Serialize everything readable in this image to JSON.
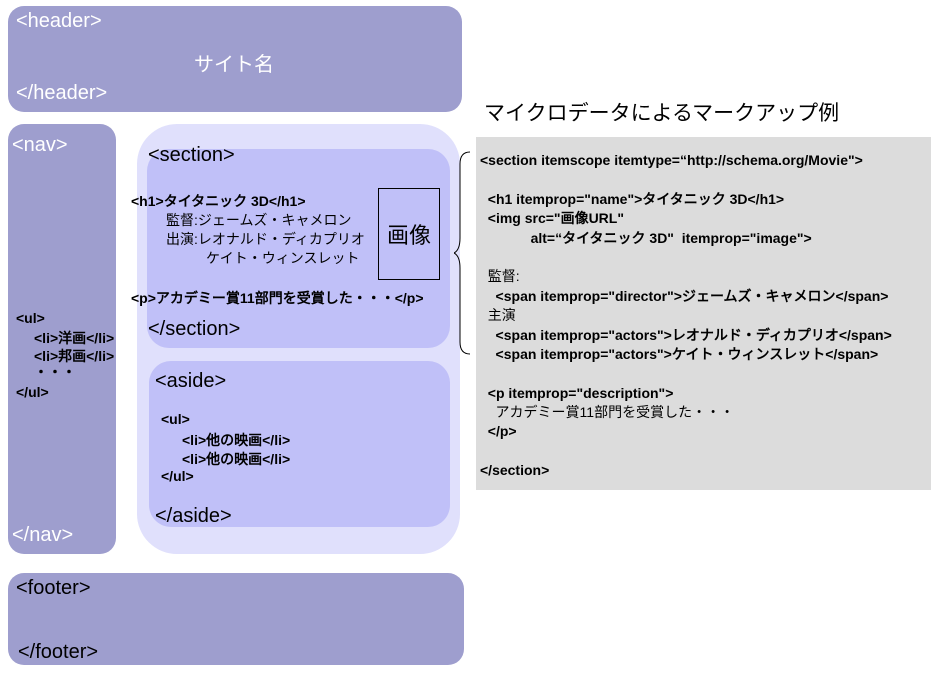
{
  "header": {
    "open": "<header>",
    "site_name": "サイト名",
    "close": "</header>"
  },
  "nav": {
    "open": "<nav>",
    "close": "</nav>",
    "list": [
      "<ul>",
      "<li>洋画</li>",
      "<li>邦画</li>",
      "・・・",
      "</ul>"
    ]
  },
  "section": {
    "open": "<section>",
    "close": "</section>",
    "h1": "<h1>タイタニック 3D</h1>",
    "director": "監督:ジェームズ・キャメロン",
    "actors1": "出演:レオナルド・ディカプリオ",
    "actors2": "ケイト・ウィンスレット",
    "image": "画像",
    "p": "<p>アカデミー賞11部門を受賞した・・・</p>"
  },
  "aside": {
    "open": "<aside>",
    "close": "</aside>",
    "list": [
      "<ul>",
      "<li>他の映画</li>",
      "<li>他の映画</li>",
      "</ul>"
    ]
  },
  "footer": {
    "open": "<footer>",
    "close": "</footer>"
  },
  "markup": {
    "title": "マイクロデータによるマークアップ例",
    "lines": [
      "<section itemscope itemtype=“http://schema.org/Movie\">",
      "",
      "  <h1 itemprop=\"name\">タイタニック 3D</h1>",
      "  <img src=\"画像URL\"",
      "             alt=“タイタニック 3D\"  itemprop=\"image\">",
      "",
      "  監督:",
      "    <span itemprop=\"director\">ジェームズ・キャメロン</span>",
      "  主演",
      "    <span itemprop=\"actors\">レオナルド・ディカプリオ</span>",
      "    <span itemprop=\"actors\">ケイト・ウィンスレット</span>",
      "",
      "  <p itemprop=\"description\">",
      "    アカデミー賞11部門を受賞した・・・",
      "  </p>",
      "",
      "</section>"
    ]
  }
}
